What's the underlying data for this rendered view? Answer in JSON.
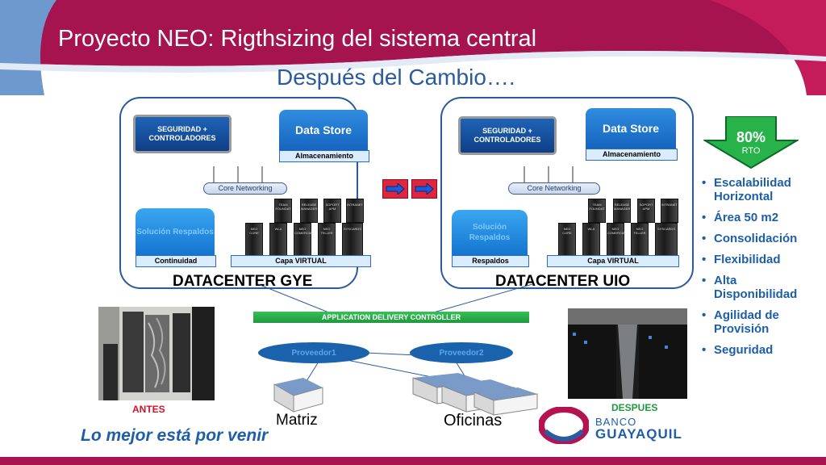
{
  "slide": {
    "title": "Proyecto NEO: Rigthsizing del sistema central",
    "subtitle": "Después del Cambio….",
    "tagline": "Lo mejor está por venir"
  },
  "datacenters": [
    {
      "name": "DATACENTER GYE",
      "security": "SEGURIDAD + CONTROLADORES",
      "datastore": "Data Store",
      "datastore_caption": "Almacenamiento",
      "networking": "Core Networking",
      "solution": "Solución Respaldos",
      "solution_caption": "Continuidad",
      "virtual_caption": "Capa VIRTUAL",
      "servers_top": [
        "TEAM FOUNDAT",
        "RELEASE MANAGER",
        "SOPORT APM",
        "INTRANET"
      ],
      "servers_bottom": [
        "NEO CORE",
        "WLA",
        "NEO COMERCIAL",
        "NEO TELLER",
        "SYSCARDS"
      ]
    },
    {
      "name": "DATACENTER UIO",
      "security": "SEGURIDAD + CONTROLADORES",
      "datastore": "Data Store",
      "datastore_caption": "Almacenamiento",
      "networking": "Core Networking",
      "solution": "Solución Respaldos",
      "solution_caption": "Respaldos",
      "virtual_caption": "Capa VIRTUAL",
      "servers_top": [
        "TEAM FOUNDAT",
        "RELEASE MANAGER",
        "SOPORT APM",
        "INTRANET"
      ],
      "servers_bottom": [
        "NEO CORE",
        "WLA",
        "NEO COMERCIAL",
        "NEO TELLER",
        "SYSCARDS"
      ]
    }
  ],
  "rto": {
    "value": "80%",
    "label": "RTO"
  },
  "benefits": [
    "Escalabilidad Horizontal",
    "Área 50 m2",
    "Consolidación",
    "Flexibilidad",
    "Alta Disponibilidad",
    "Agilidad de Provisión",
    "Seguridad"
  ],
  "network": {
    "adc": "APPLICATION DELIVERY CONTROLLER",
    "provider1": "Proveedor1",
    "provider2": "Proveedor2",
    "site1": "Matriz",
    "site2": "Oficinas"
  },
  "photos": {
    "before": "ANTES",
    "after": "DESPUES"
  },
  "logo": {
    "line1": "BANCO",
    "line2": "GUAYAQUIL"
  },
  "colors": {
    "magenta": "#b5134f",
    "blue": "#2a5aa0",
    "accent_green": "#2db34a",
    "red_label": "#d8102a"
  }
}
